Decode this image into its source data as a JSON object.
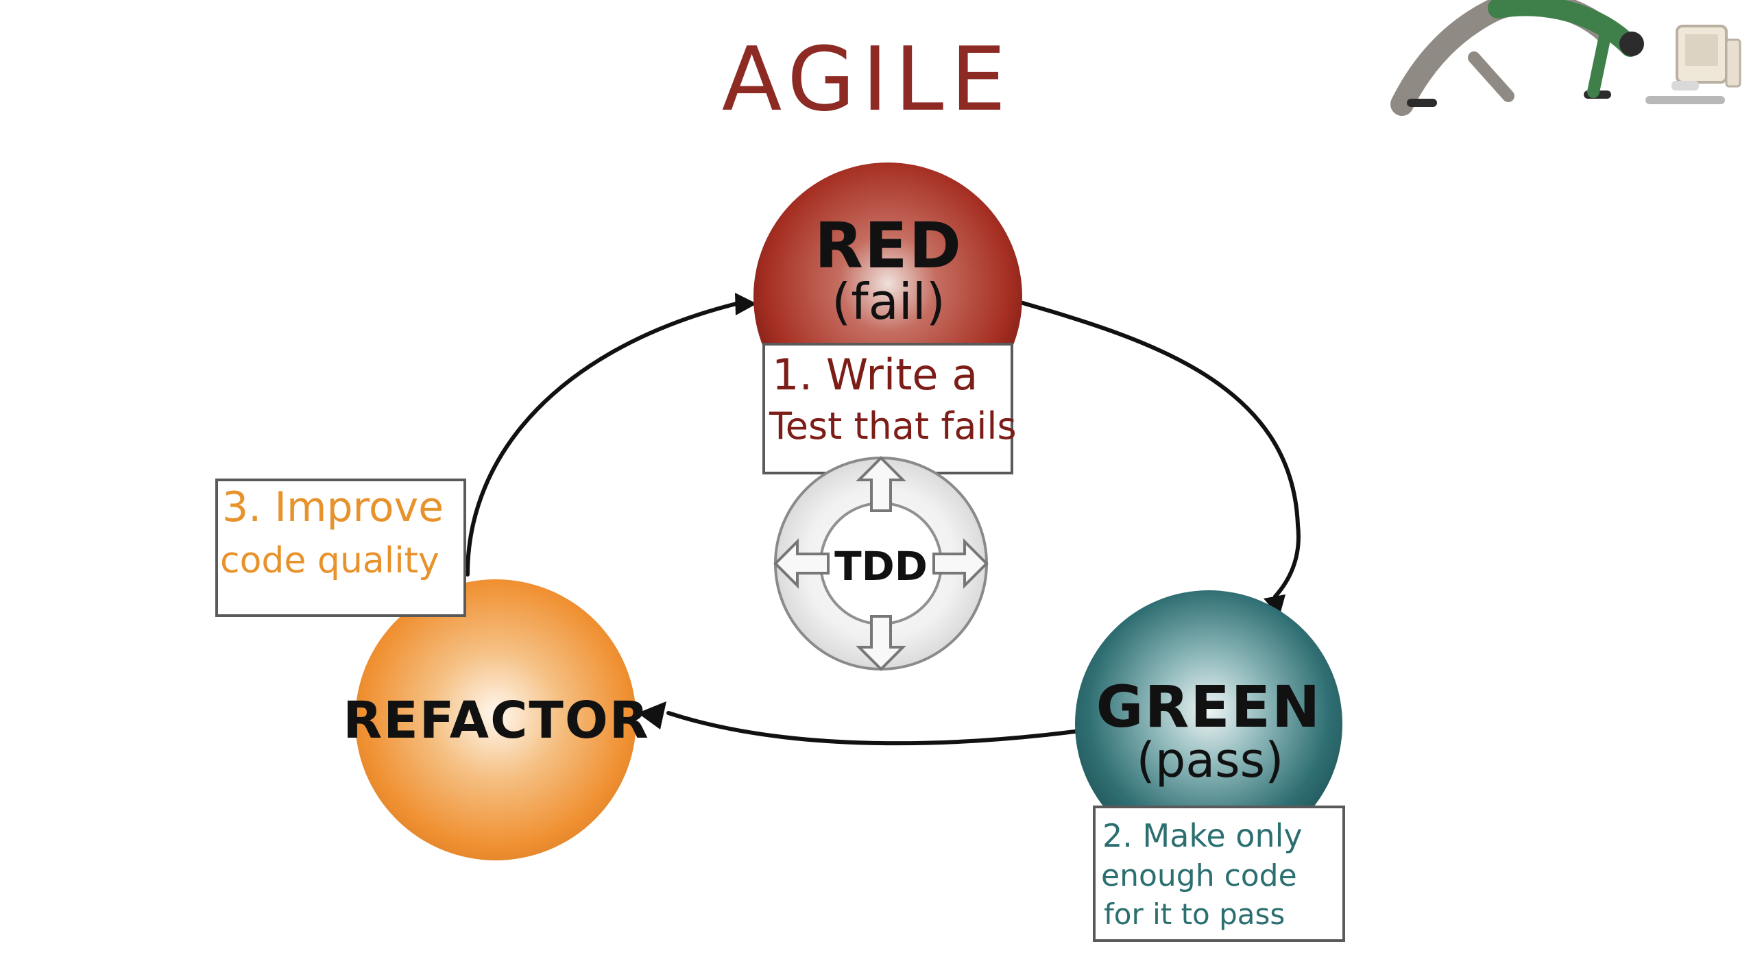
{
  "diagram": {
    "title": "AGILE",
    "center_label": "TDD",
    "nodes": [
      {
        "id": "red",
        "label": "RED",
        "sublabel": "(fail)",
        "note_lines": [
          "1. Write a",
          "Test that fails"
        ]
      },
      {
        "id": "green",
        "label": "GREEN",
        "sublabel": "(pass)",
        "note_lines": [
          "2. Make only",
          "enough code",
          "for it to pass"
        ]
      },
      {
        "id": "refactor",
        "label": "REFACTOR",
        "sublabel": "",
        "note_lines": [
          "3. Improve",
          "code quality"
        ]
      }
    ]
  },
  "colors": {
    "title": "#8d2a24",
    "red": "#a62f23",
    "green": "#2f6f73",
    "orange": "#f09133",
    "text_dark": "#111111",
    "line": "#111111"
  },
  "icons": {
    "cycle": "cycle-icon",
    "illustration": "person-bending-computer-icon"
  }
}
